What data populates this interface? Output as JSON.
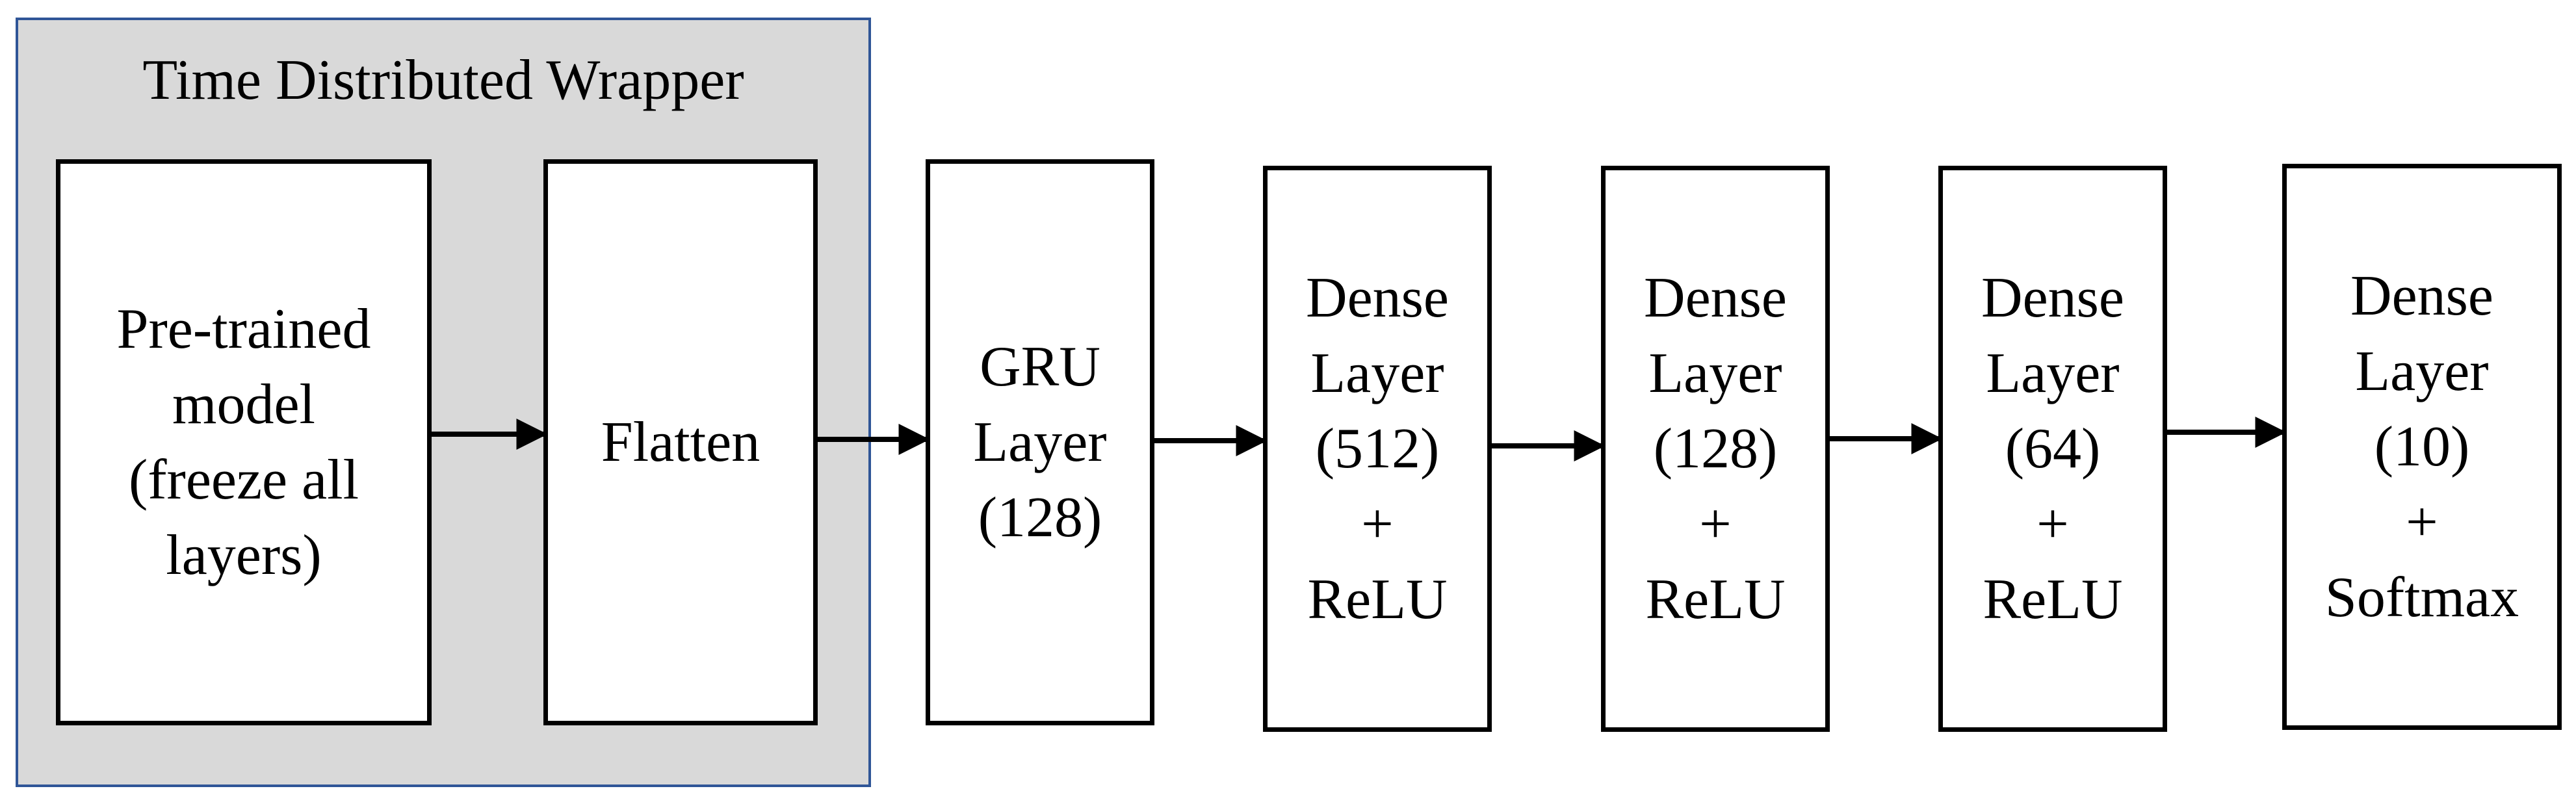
{
  "wrapper": {
    "title": "Time Distributed Wrapper"
  },
  "blocks": {
    "pretrained": "Pre-trained\nmodel\n(freeze all\nlayers)",
    "flatten": "Flatten",
    "gru": "GRU\nLayer\n(128)",
    "dense512": "Dense\nLayer\n(512)\n+\nReLU",
    "dense128": "Dense\nLayer\n(128)\n+\nReLU",
    "dense64": "Dense\nLayer\n(64)\n+\nReLU",
    "dense10": "Dense\nLayer\n(10)\n+\nSoftmax"
  },
  "colors": {
    "wrapper_fill": "#d9d9d9",
    "wrapper_border": "#2f5597",
    "box_border": "#000000"
  }
}
